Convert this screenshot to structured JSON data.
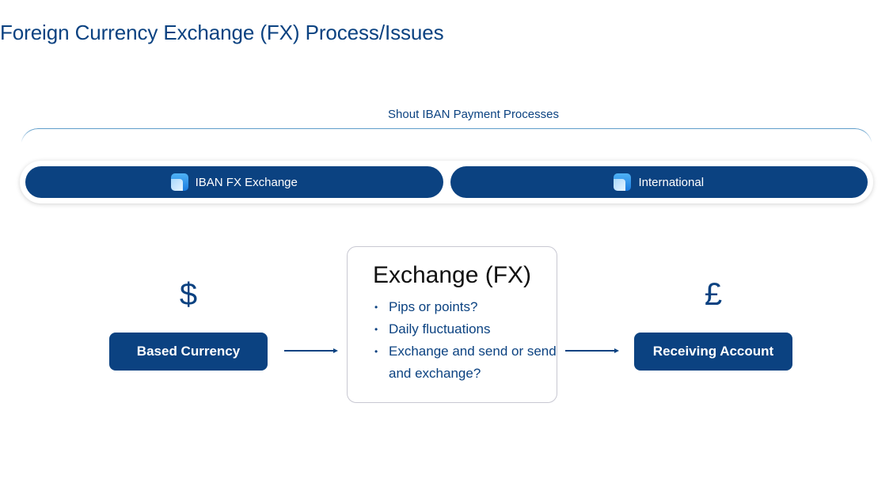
{
  "header": {
    "title": "Foreign Currency Exchange (FX) Process/Issues"
  },
  "section": {
    "label": "Shout IBAN Payment Processes",
    "tabs": [
      {
        "label": "IBAN FX Exchange",
        "icon": "app-window-icon"
      },
      {
        "label": "International",
        "icon": "app-window-icon"
      }
    ]
  },
  "flow": {
    "source": {
      "symbol": "$",
      "label": "Based Currency"
    },
    "exchange": {
      "title": "Exchange (FX)",
      "points": [
        "Pips or points?",
        "Daily fluctuations",
        "Exchange and send or send and exchange?"
      ]
    },
    "destination": {
      "symbol": "£",
      "label": "Receiving Account"
    }
  },
  "colors": {
    "primary": "#0b4281",
    "accent_icon": "#1a7be0",
    "card_border": "#c8c8d2",
    "bracket": "#5b9ac8"
  }
}
